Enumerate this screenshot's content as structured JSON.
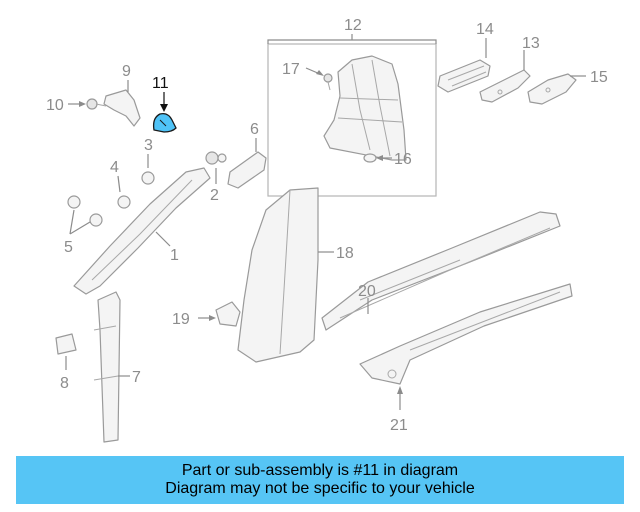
{
  "diagram": {
    "highlighted_part": "11",
    "callouts": [
      "1",
      "2",
      "3",
      "4",
      "5",
      "6",
      "7",
      "8",
      "9",
      "10",
      "11",
      "12",
      "13",
      "14",
      "15",
      "16",
      "17",
      "18",
      "19",
      "20",
      "21"
    ]
  },
  "banner": {
    "line1": "Part or sub-assembly is #11 in diagram",
    "line2": "Diagram may not be specific to your vehicle",
    "color": "#56c5f5"
  },
  "colors": {
    "highlight": "#4fc3f7",
    "line_gray": "#8c8c8c"
  }
}
